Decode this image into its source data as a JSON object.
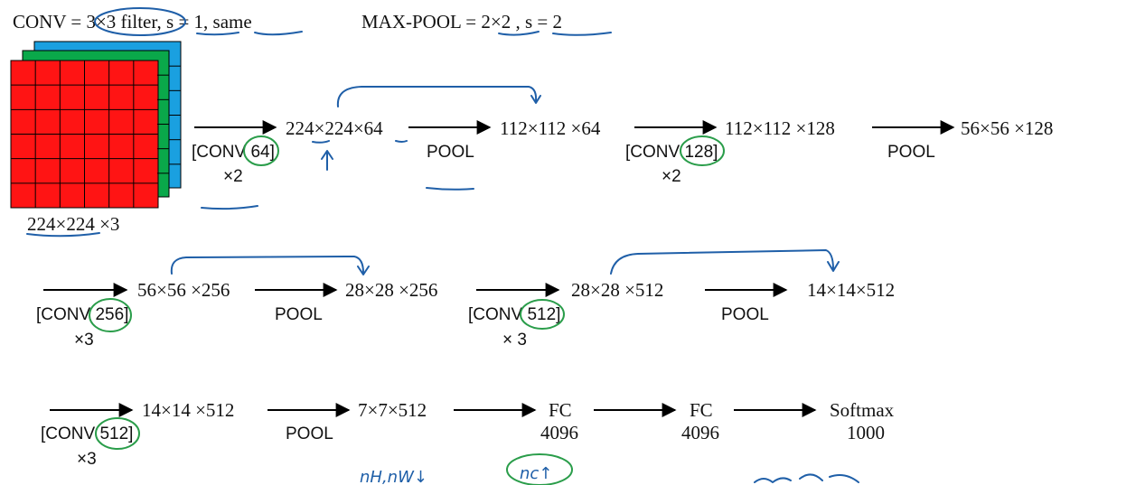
{
  "header": {
    "conv_def": "CONV = 3×3 filter, s = 1, same",
    "pool_def": "MAX-POOL = 2×2 , s = 2"
  },
  "input": {
    "label": "224×224 ×3",
    "colors": [
      "#ff1414",
      "#0aa84a",
      "#1aa0e0"
    ]
  },
  "row1": {
    "op1": {
      "top": "[CONV 64]",
      "bottom": "×2"
    },
    "n1": "224×224×64",
    "op2": "POOL",
    "n2": "112×112 ×64",
    "op3": {
      "top": "[CONV 128]",
      "bottom": "×2"
    },
    "n3": "112×112 ×128",
    "op4": "POOL",
    "n4": "56×56 ×128"
  },
  "row2": {
    "op1": {
      "top": "[CONV 256]",
      "bottom": "×3"
    },
    "n1": "56×56 ×256",
    "op2": "POOL",
    "n2": "28×28 ×256",
    "op3": {
      "top": "[CONV 512]",
      "bottom": "× 3"
    },
    "n3": "28×28 ×512",
    "op4": "POOL",
    "n4": "14×14×512"
  },
  "row3": {
    "op1": {
      "top": "[CONV 512]",
      "bottom": "×3"
    },
    "n1": "14×14 ×512",
    "op2": "POOL",
    "n2": "7×7×512",
    "fc1": {
      "top": "FC",
      "bottom": "4096"
    },
    "fc2": {
      "top": "FC",
      "bottom": "4096"
    },
    "softmax": {
      "top": "Softmax",
      "bottom": "1000"
    }
  },
  "annotations": {
    "handwriting_1": "nH,nW↓",
    "handwriting_2": "nc↑"
  }
}
